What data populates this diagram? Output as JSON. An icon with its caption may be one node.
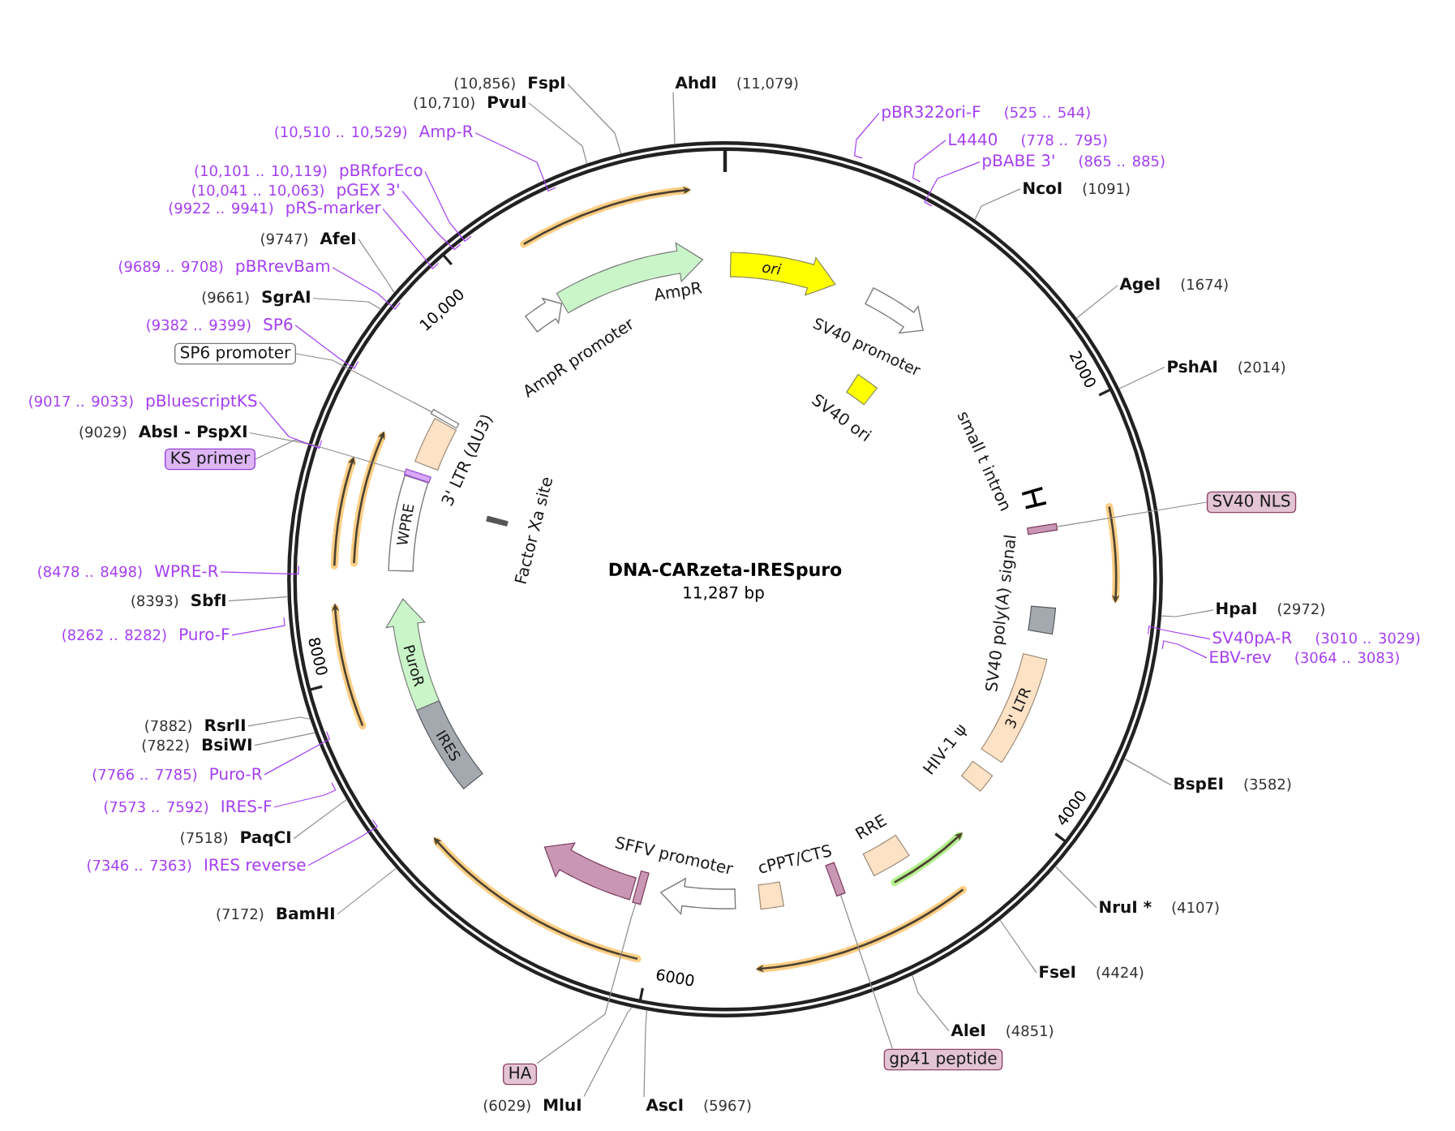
{
  "diagram": {
    "title": "DNA-CARzeta-IRESpuro",
    "nodes": [
      {
        "text": [
          "AhdI",
          "(11,079)"
        ]
      },
      {
        "text": [
          "pBR322ori-F",
          "(525 .. 544)"
        ]
      },
      {
        "text": [
          "L4440",
          "(778 .. 795)"
        ]
      },
      {
        "text": [
          "pBABE 3'",
          "(865 .. 885)"
        ]
      },
      {
        "text": [
          "NcoI",
          "(1091)"
        ]
      },
      {
        "text": [
          "AgeI",
          "(1674)"
        ]
      },
      {
        "text": [
          "PshAI",
          "(2014)"
        ]
      },
      {
        "text": [
          "SV40 NLS"
        ]
      },
      {
        "text": [
          "HpaI",
          "(2972)"
        ]
      },
      {
        "text": [
          "SV40pA-R",
          "(3010 .. 3029)"
        ]
      },
      {
        "text": [
          "EBV-rev",
          "(3064 .. 3083)"
        ]
      },
      {
        "text": [
          "BspEI",
          "(3582)"
        ]
      },
      {
        "text": [
          "NruI *",
          "(4107)"
        ]
      },
      {
        "text": [
          "FseI",
          "(4424)"
        ]
      },
      {
        "text": [
          "AleI",
          "(4851)"
        ]
      },
      {
        "text": [
          "gp41 peptide"
        ]
      },
      {
        "text": [
          "AscI",
          "(5967)"
        ]
      },
      {
        "text": [
          "(6029)",
          "MluI"
        ]
      },
      {
        "text": [
          "HA"
        ]
      },
      {
        "text": [
          "(7172)",
          "BamHI"
        ]
      },
      {
        "text": [
          "(7346 .. 7363)",
          "IRES reverse"
        ]
      },
      {
        "text": [
          "(7518)",
          "PaqCI"
        ]
      },
      {
        "text": [
          "(7573 .. 7592)",
          "IRES-F"
        ]
      },
      {
        "text": [
          "(7766 .. 7785)",
          "Puro-R"
        ]
      },
      {
        "text": [
          "(7822)",
          "BsiWI"
        ]
      },
      {
        "text": [
          "(7882)",
          "RsrII"
        ]
      },
      {
        "text": [
          "(8262 .. 8282)",
          "Puro-F"
        ]
      },
      {
        "text": [
          "(8393)",
          "SbfI"
        ]
      },
      {
        "text": [
          "(8478 .. 8498)",
          "WPRE-R"
        ]
      },
      {
        "text": [
          "KS primer"
        ]
      },
      {
        "text": [
          "(9029)",
          "AbsI - PspXI"
        ]
      },
      {
        "text": [
          "(9017 .. 9033)",
          "pBluescriptKS"
        ]
      },
      {
        "text": [
          "SP6 promoter"
        ]
      },
      {
        "text": [
          "(9382 .. 9399)",
          "SP6"
        ]
      },
      {
        "text": [
          "(9661)",
          "SgrAI"
        ]
      },
      {
        "text": [
          "(9689 .. 9708)",
          "pBRrevBam"
        ]
      },
      {
        "text": [
          "(9747)",
          "AfeI"
        ]
      },
      {
        "text": [
          "(9922 .. 9941)",
          "pRS-marker"
        ]
      },
      {
        "text": [
          "(10,041 .. 10,063)",
          "pGEX 3'"
        ]
      },
      {
        "text": [
          "(10,101 .. 10,119)",
          "pBRforEco"
        ]
      },
      {
        "text": [
          "(10,510 .. 10,529)",
          "Amp-R"
        ]
      },
      {
        "text": [
          "(10,710)",
          "PvuI"
        ]
      },
      {
        "text": [
          "(10,856)",
          "FspI"
        ]
      },
      {
        "text": [
          "ori"
        ]
      },
      {
        "text": [
          "SV40 promoter"
        ]
      },
      {
        "text": [
          "SV40 ori"
        ]
      },
      {
        "text": [
          "small t intron"
        ]
      },
      {
        "text": [],
        "shape": "bar"
      },
      {
        "text": [
          "SV40 poly(A) signal"
        ]
      },
      {
        "text": [
          "3' LTR"
        ]
      },
      {
        "text": [
          "HIV-1 ψ"
        ]
      },
      {
        "text": [
          "RRE"
        ]
      },
      {
        "text": [],
        "shape": "bar"
      },
      {
        "text": [
          "cPPT/CTS"
        ]
      },
      {
        "text": [
          "SFFV promoter"
        ]
      },
      {
        "text": [],
        "shape": "bar"
      },
      {
        "text": [],
        "shape": "arrow"
      },
      {
        "text": [
          "IRES"
        ]
      },
      {
        "text": [
          "PuroR"
        ]
      },
      {
        "text": [
          "WPRE"
        ]
      },
      {
        "text": [],
        "shape": "bar"
      },
      {
        "text": [
          "3' LTR (ΔU3)"
        ]
      },
      {
        "text": [],
        "shape": "bar"
      },
      {
        "text": [
          "Factor Xa site"
        ]
      },
      {
        "text": [
          "AmpR promoter"
        ]
      },
      {
        "text": [
          "AmpR"
        ]
      }
    ],
    "edges": [
      {
        "from": 0,
        "to": null,
        "arrow": "none"
      },
      {
        "from": 1,
        "to": null,
        "arrow": "none",
        "color": "#a43ff2"
      },
      {
        "from": 2,
        "to": null,
        "arrow": "none",
        "color": "#a43ff2"
      },
      {
        "from": 3,
        "to": null,
        "arrow": "none",
        "color": "#a43ff2"
      },
      {
        "from": 4,
        "to": null,
        "arrow": "none"
      },
      {
        "from": 5,
        "to": null,
        "arrow": "none"
      },
      {
        "from": 6,
        "to": null,
        "arrow": "none"
      },
      {
        "from": 7,
        "to": 47,
        "arrow": "none"
      },
      {
        "from": 8,
        "to": null,
        "arrow": "none"
      },
      {
        "from": 9,
        "to": null,
        "arrow": "none",
        "color": "#a43ff2"
      },
      {
        "from": 10,
        "to": null,
        "arrow": "none",
        "color": "#a43ff2"
      },
      {
        "from": 11,
        "to": null,
        "arrow": "none"
      },
      {
        "from": 12,
        "to": null,
        "arrow": "none"
      },
      {
        "from": 13,
        "to": null,
        "arrow": "none"
      },
      {
        "from": 14,
        "to": null,
        "arrow": "none"
      },
      {
        "from": 15,
        "to": 52,
        "arrow": "none"
      },
      {
        "from": 16,
        "to": null,
        "arrow": "none"
      },
      {
        "from": 17,
        "to": null,
        "arrow": "none"
      },
      {
        "from": 18,
        "to": 55,
        "arrow": "none"
      },
      {
        "from": 19,
        "to": null,
        "arrow": "none"
      },
      {
        "from": 20,
        "to": null,
        "arrow": "none",
        "color": "#a43ff2"
      },
      {
        "from": 21,
        "to": null,
        "arrow": "none"
      },
      {
        "from": 22,
        "to": null,
        "arrow": "none",
        "color": "#a43ff2"
      },
      {
        "from": 23,
        "to": null,
        "arrow": "none",
        "color": "#a43ff2"
      },
      {
        "from": 24,
        "to": null,
        "arrow": "none"
      },
      {
        "from": 25,
        "to": null,
        "arrow": "none"
      },
      {
        "from": 26,
        "to": null,
        "arrow": "none",
        "color": "#a43ff2"
      },
      {
        "from": 27,
        "to": null,
        "arrow": "none"
      },
      {
        "from": 28,
        "to": null,
        "arrow": "none",
        "color": "#a43ff2"
      },
      {
        "from": 29,
        "to": 60,
        "arrow": "none"
      },
      {
        "from": 30,
        "to": null,
        "arrow": "none"
      },
      {
        "from": 31,
        "to": null,
        "arrow": "none",
        "color": "#a43ff2"
      },
      {
        "from": 32,
        "to": 62,
        "arrow": "none"
      },
      {
        "from": 33,
        "to": null,
        "arrow": "none",
        "color": "#a43ff2"
      },
      {
        "from": 34,
        "to": null,
        "arrow": "none"
      },
      {
        "from": 35,
        "to": null,
        "arrow": "none",
        "color": "#a43ff2"
      },
      {
        "from": 36,
        "to": null,
        "arrow": "none"
      },
      {
        "from": 37,
        "to": null,
        "arrow": "none",
        "color": "#a43ff2"
      },
      {
        "from": 38,
        "to": null,
        "arrow": "none",
        "color": "#a43ff2"
      },
      {
        "from": 39,
        "to": null,
        "arrow": "none",
        "color": "#a43ff2"
      },
      {
        "from": 40,
        "to": null,
        "arrow": "none",
        "color": "#a43ff2"
      },
      {
        "from": 41,
        "to": null,
        "arrow": "none"
      },
      {
        "from": 42,
        "to": null,
        "arrow": "none"
      }
    ],
    "labels": [
      "11,287 bp",
      "2000",
      "4000",
      "6000",
      "8000",
      "10,000"
    ]
  }
}
